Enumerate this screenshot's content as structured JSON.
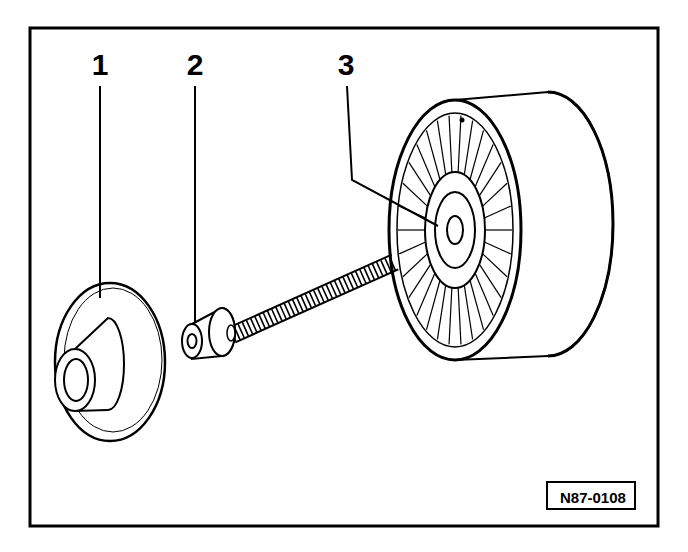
{
  "diagram": {
    "nodes": [
      {
        "text": [
          "N87-0108"
        ]
      }
    ],
    "labels": [
      "1",
      "2",
      "3"
    ]
  }
}
